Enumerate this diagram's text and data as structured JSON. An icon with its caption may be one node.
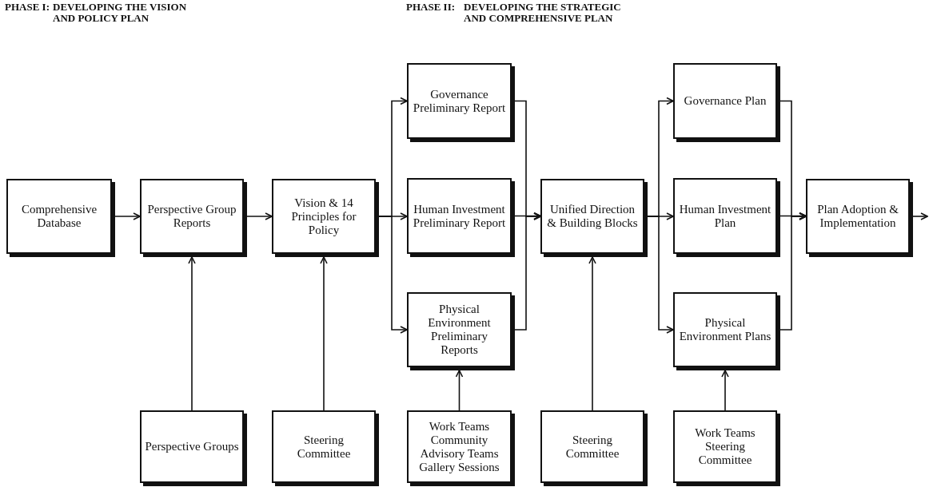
{
  "diagram": {
    "nodes": [
      {
        "text": [
          "Comprehensive Database"
        ]
      },
      {
        "text": [
          "Perspective Group Reports"
        ]
      },
      {
        "text": [
          "Vision & 14 Principles for Policy"
        ]
      },
      {
        "text": [
          "Governance Preliminary Report"
        ]
      },
      {
        "text": [
          "Human Investment Preliminary Report"
        ]
      },
      {
        "text": [
          "Physical Environment Preliminary Reports"
        ]
      },
      {
        "text": [
          "Unified Direction & Building Blocks"
        ]
      },
      {
        "text": [
          "Governance Plan"
        ]
      },
      {
        "text": [
          "Human Investment Plan"
        ]
      },
      {
        "text": [
          "Physical Environment Plans"
        ]
      },
      {
        "text": [
          "Plan Adoption & Implementation"
        ]
      },
      {
        "text": [
          "Perspective Groups"
        ]
      },
      {
        "text": [
          "Steering Committee"
        ]
      },
      {
        "text": [
          "Work Teams Community Advisory Teams Gallery Sessions"
        ]
      },
      {
        "text": [
          "Steering Committee"
        ]
      },
      {
        "text": [
          "Work Teams Steering Committee"
        ]
      }
    ],
    "edges": [
      {
        "from": 0,
        "to": 1,
        "arrow": "to"
      },
      {
        "from": 1,
        "to": 2,
        "arrow": "to"
      },
      {
        "from": 2,
        "to": 3,
        "arrow": "to"
      },
      {
        "from": 2,
        "to": 4,
        "arrow": "to"
      },
      {
        "from": 2,
        "to": 5,
        "arrow": "to"
      },
      {
        "from": 3,
        "to": 6,
        "arrow": "to"
      },
      {
        "from": 4,
        "to": 6,
        "arrow": "to"
      },
      {
        "from": 5,
        "to": 6,
        "arrow": "to"
      },
      {
        "from": 6,
        "to": 7,
        "arrow": "to"
      },
      {
        "from": 6,
        "to": 8,
        "arrow": "to"
      },
      {
        "from": 6,
        "to": 9,
        "arrow": "to"
      },
      {
        "from": 7,
        "to": 10,
        "arrow": "to"
      },
      {
        "from": 8,
        "to": 10,
        "arrow": "to"
      },
      {
        "from": 9,
        "to": 10,
        "arrow": "to"
      },
      {
        "from": 10,
        "to": null,
        "arrow": "to"
      },
      {
        "from": 11,
        "to": 1,
        "arrow": "to"
      },
      {
        "from": 12,
        "to": 2,
        "arrow": "to"
      },
      {
        "from": 13,
        "to": 5,
        "arrow": "to"
      },
      {
        "from": 14,
        "to": 6,
        "arrow": "to"
      },
      {
        "from": 15,
        "to": 9,
        "arrow": "to"
      }
    ],
    "labels": [
      "PHASE I:",
      "DEVELOPING THE VISION AND POLICY PLAN",
      "PHASE II:",
      "DEVELOPING THE STRATEGIC AND COMPREHENSIVE PLAN"
    ]
  }
}
